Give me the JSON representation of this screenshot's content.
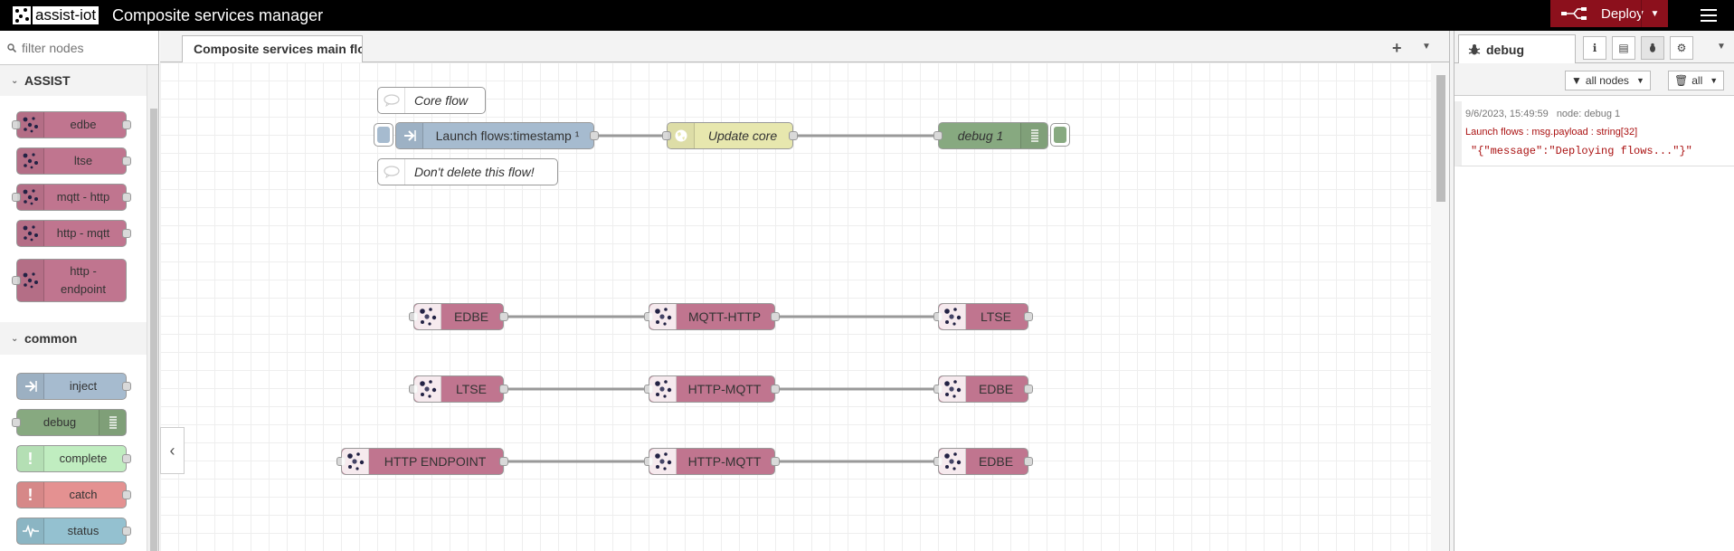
{
  "header": {
    "logo_text": "assist-iot",
    "title": "Composite services manager",
    "deploy_label": "Deploy"
  },
  "palette": {
    "filter_placeholder": "filter nodes",
    "categories": [
      {
        "name": "ASSIST",
        "nodes": [
          "edbe",
          "ltse",
          "mqtt - http",
          "http - mqtt",
          "http - endpoint"
        ]
      },
      {
        "name": "common",
        "nodes": [
          "inject",
          "debug",
          "complete",
          "catch",
          "status"
        ]
      }
    ]
  },
  "workspace": {
    "tab_label": "Composite services main flow",
    "comments": [
      "Core flow",
      "Don't delete this flow!"
    ],
    "core_flow": {
      "inject_label": "Launch flows:timestamp ¹",
      "function_label": "Update core",
      "debug_label": "debug 1"
    },
    "rows": [
      [
        "EDBE",
        "MQTT-HTTP",
        "LTSE"
      ],
      [
        "LTSE",
        "HTTP-MQTT",
        "EDBE"
      ],
      [
        "HTTP ENDPOINT",
        "HTTP-MQTT",
        "EDBE"
      ]
    ]
  },
  "sidebar": {
    "tab_label": "debug",
    "filter_nodes_label": "all nodes",
    "clear_label": "all",
    "message": {
      "timestamp": "9/6/2023, 15:49:59",
      "node": "node: debug 1",
      "topic": "Launch flows : msg.payload : string[32]",
      "payload": "\"{\"message\":\"Deploying flows...\"}\""
    }
  },
  "colors": {
    "assist_node": "#c0758f",
    "inject": "#a6bbcf",
    "debug": "#87a980",
    "function": "#e7e7ae",
    "complete": "#c0edc0",
    "catch": "#e49191",
    "status": "#94c1d0",
    "deploy": "#8c101c"
  }
}
